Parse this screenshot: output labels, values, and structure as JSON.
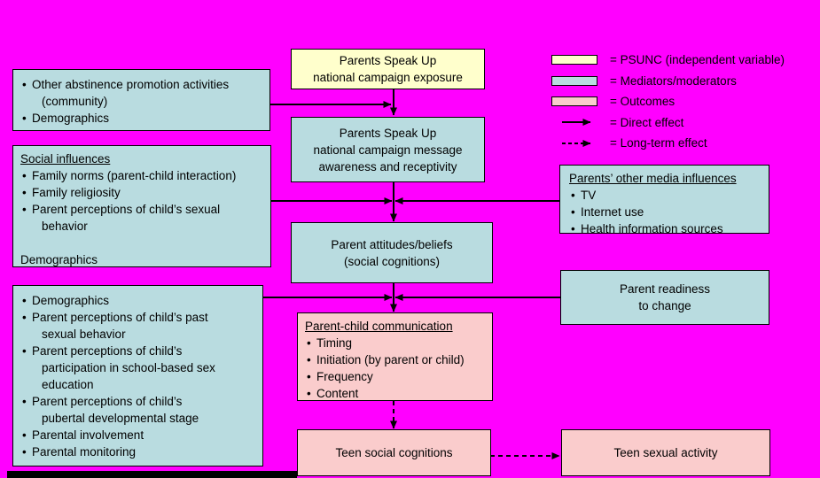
{
  "colors": {
    "background": "#FF00FF",
    "psunc": "#FFFFCC",
    "mediator": "#B9DCE0",
    "outcome": "#FACCCC",
    "line": "#000000"
  },
  "legend": {
    "items": [
      {
        "swatch": "psunc-box",
        "label": "= PSUNC (independent variable)"
      },
      {
        "swatch": "mediator-box",
        "label": "= Mediators/moderators"
      },
      {
        "swatch": "outcome-box",
        "label": "= Outcomes"
      },
      {
        "swatch": "solid-arrow",
        "label": "= Direct effect"
      },
      {
        "swatch": "dashed-arrow",
        "label": "= Long-term effect"
      }
    ]
  },
  "boxes": {
    "psunc_exposure": {
      "lines": [
        "Parents Speak Up",
        "national campaign exposure"
      ]
    },
    "message_awareness": {
      "lines": [
        "Parents Speak Up",
        "national campaign message",
        "awareness and receptivity"
      ]
    },
    "community": {
      "items": [
        [
          "Other abstinence promotion activities",
          "(community)"
        ],
        [
          "Demographics"
        ]
      ]
    },
    "social": {
      "title": "Social influences",
      "items": [
        [
          "Family norms (parent-child interaction)"
        ],
        [
          "Family religiosity"
        ],
        [
          "Parent perceptions of child’s sexual",
          "behavior"
        ]
      ],
      "footer": "Demographics"
    },
    "parent_factors": {
      "items": [
        [
          "Demographics"
        ],
        [
          "Parent perceptions of child’s past",
          "sexual behavior"
        ],
        [
          "Parent perceptions of child’s",
          "participation in school-based sex",
          "education"
        ],
        [
          "Parent perceptions of child’s",
          "pubertal developmental stage"
        ],
        [
          "Parental involvement"
        ],
        [
          "Parental monitoring"
        ]
      ]
    },
    "media": {
      "title": "Parents’ other media influences",
      "items": [
        [
          "TV"
        ],
        [
          "Internet use"
        ],
        [
          "Health information sources"
        ]
      ]
    },
    "attitudes": {
      "lines": [
        "Parent attitudes/beliefs",
        "(social cognitions)"
      ]
    },
    "readiness": {
      "lines": [
        "Parent readiness",
        "to change"
      ]
    },
    "communication": {
      "title": "Parent-child communication",
      "items": [
        [
          "Timing"
        ],
        [
          "Initiation (by parent or child)"
        ],
        [
          "Frequency"
        ],
        [
          "Content"
        ]
      ]
    },
    "teen_cognitions": {
      "lines": [
        "Teen social cognitions"
      ]
    },
    "teen_activity": {
      "lines": [
        "Teen sexual activity"
      ]
    }
  }
}
